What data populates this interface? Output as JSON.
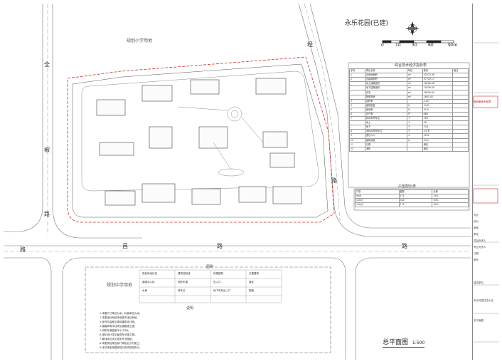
{
  "drawing": {
    "title": "总平面图",
    "scale_text": "1:500",
    "north_label": "N",
    "scale_bar_ticks": [
      "0",
      "10",
      "30",
      "60",
      "90m"
    ]
  },
  "labels": {
    "neighbor_north": "永乐花园(已建)",
    "school_primary": "规划小学用地",
    "school_middle": "规划中学用地",
    "road_west_1": "全",
    "road_west_2": "椒",
    "road_west_3": "路",
    "road_east_1": "经",
    "road_east_2": "路",
    "road_south_1": "路",
    "road_south_2": "昌",
    "road_south_3": "路",
    "road_south_4": "路"
  },
  "tables": {
    "indicator_title": "综合技术经济指标表",
    "parking_title": "户型配比表",
    "indicator_rows": [
      [
        "序号",
        "项目名称",
        "单位",
        "数量",
        "备注"
      ],
      [
        "1",
        "总用地面积",
        "m²",
        "32573.39",
        ""
      ],
      [
        "2",
        "总建筑面积",
        "m²",
        "97720.17",
        ""
      ],
      [
        "",
        "地上建筑面积",
        "m²",
        "78184.08",
        ""
      ],
      [
        "",
        "地下建筑面积",
        "m²",
        "19536.09",
        ""
      ],
      [
        "",
        "住宅",
        "m²",
        "76500.63",
        ""
      ],
      [
        "",
        "配套用房",
        "m²",
        "1683.45",
        ""
      ],
      [
        "3",
        "容积率",
        "",
        "2.40",
        ""
      ],
      [
        "4",
        "建筑密度",
        "%",
        "19.8",
        ""
      ],
      [
        "5",
        "绿地率",
        "%",
        "35.0",
        ""
      ],
      [
        "6",
        "总户数",
        "户",
        "688",
        ""
      ],
      [
        "7",
        "机动车停车位",
        "个",
        "766",
        ""
      ],
      [
        "",
        "地上",
        "个",
        "38",
        ""
      ],
      [
        "",
        "地下",
        "个",
        "728",
        ""
      ],
      [
        "8",
        "非机动车停车位",
        "个",
        "1376",
        ""
      ],
      [
        "9",
        "居住人口",
        "人",
        "2202",
        ""
      ],
      [
        "10",
        "建筑高度",
        "m",
        "54.0",
        ""
      ],
      [
        "11",
        "日照",
        "",
        "满足",
        ""
      ],
      [
        "12",
        "消防",
        "",
        "满足",
        ""
      ]
    ],
    "parking_rows": [
      [
        "户型",
        "套数",
        "比例"
      ],
      [
        "90㎡",
        "172",
        "25%"
      ],
      [
        "120㎡",
        "344",
        "50%"
      ],
      [
        "140㎡",
        "172",
        "25%"
      ]
    ]
  },
  "notes": {
    "notes_title": "说明",
    "legend_title": "图例",
    "notes_lines": [
      "1.本图尺寸单位为米，标高单位为米。",
      "2.本图坐标系统采用城市坐标系统。",
      "3.室内外高差见单体建筑设计图。",
      "4.道路转弯半径详见道路施工图。",
      "5.消防车道宽度不小于4米。",
      "6.绿化设计详见景观专业施工图。",
      "7.管线综合详见相关专业图纸。",
      "8.本图须经规划部门审批后方可施工。",
      "9.未尽事宜按国家现行有关规范执行。"
    ],
    "legend_items": [
      "规划用地红线",
      "建筑控制线",
      "拟建建筑",
      "已建建筑",
      "道路中心线",
      "消防车道",
      "出入口",
      "绿化",
      "水景",
      "停车位",
      "地下车库出入口",
      "围墙"
    ]
  },
  "titleblock": {
    "company": "建设单位",
    "project": "永乐花园住宅小区",
    "sheet_name": "总平面图",
    "seal_text": "规划审批专用章",
    "rows": [
      "设计",
      "校对",
      "审核",
      "审定",
      "项目负责人",
      "专业负责人",
      "日期",
      "图号"
    ]
  },
  "colors": {
    "line": "#333333",
    "red_line": "#c4302b",
    "building": "#555555",
    "road": "#888888"
  }
}
